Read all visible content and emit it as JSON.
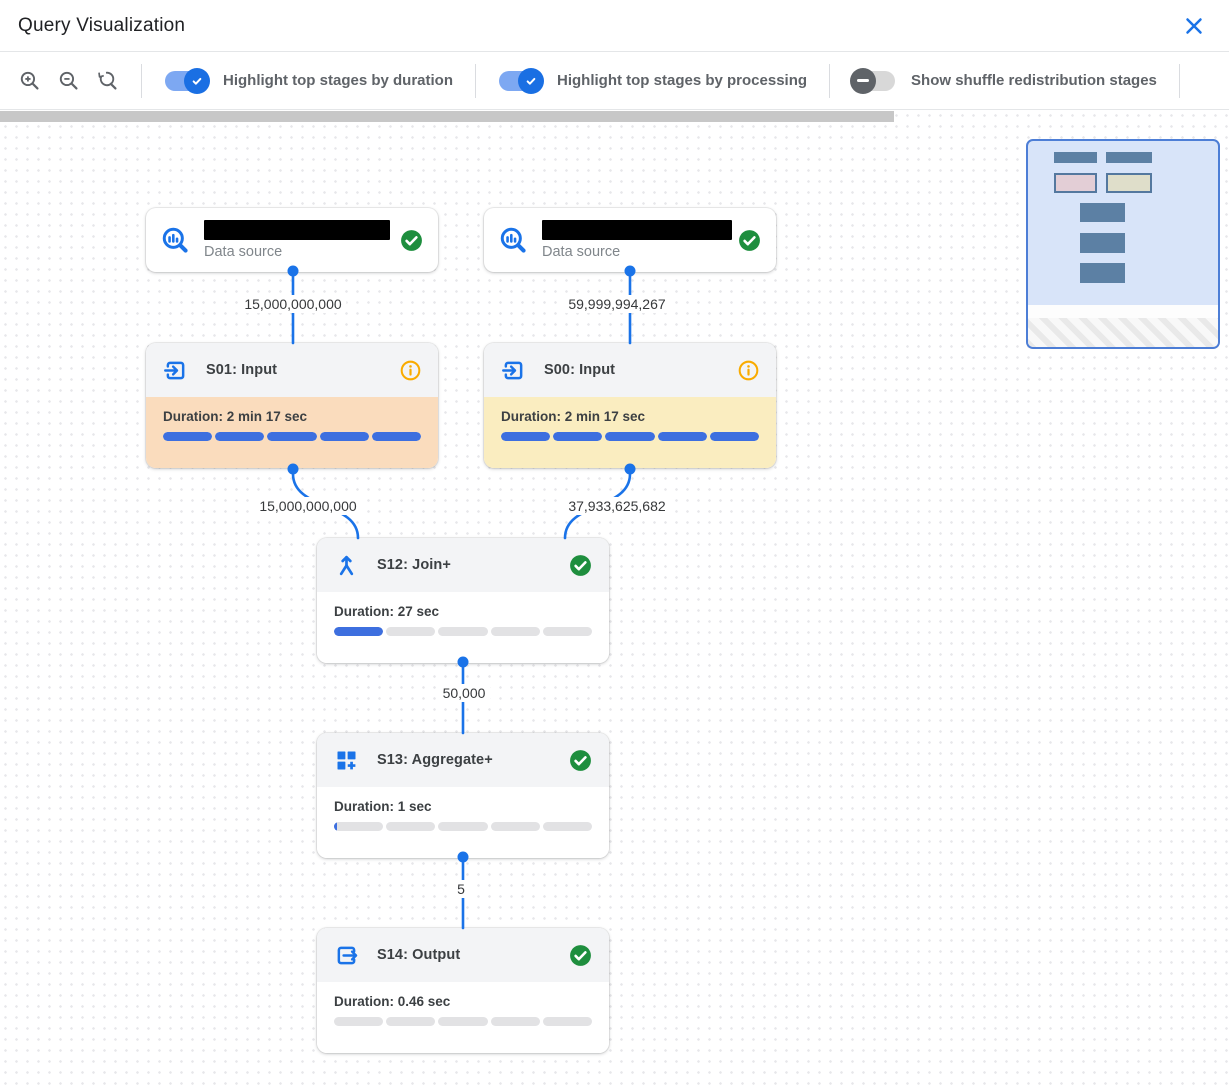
{
  "header": {
    "title": "Query Visualization"
  },
  "toolbar": {
    "zoom_controls": [
      {
        "name": "zoom-in"
      },
      {
        "name": "zoom-out"
      },
      {
        "name": "reset-zoom"
      }
    ],
    "toggles": [
      {
        "label": "Highlight top stages by duration",
        "state": "on"
      },
      {
        "label": "Highlight top stages by processing",
        "state": "on"
      },
      {
        "label": "Show shuffle redistribution stages",
        "state": "off"
      }
    ]
  },
  "canvas": {
    "data_sources": [
      {
        "label": "Data source",
        "name_redacted": true,
        "status_icon": "check-circle"
      },
      {
        "label": "Data source",
        "name_redacted": true,
        "status_icon": "check-circle"
      }
    ],
    "stages": [
      {
        "name": "S01: Input",
        "icon": "input-icon",
        "status_icon": "info-circle",
        "duration": "Duration: 2 min 17 sec",
        "progress": 1,
        "highlight_color": "#fadcbd"
      },
      {
        "name": "S00: Input",
        "icon": "input-icon",
        "status_icon": "info-circle",
        "duration": "Duration: 2 min 17 sec",
        "progress": 1,
        "highlight_color": "#faedc0"
      },
      {
        "name": "S12: Join+",
        "icon": "join-icon",
        "status_icon": "check-circle",
        "duration": "Duration: 27 sec",
        "progress": 0.2,
        "highlight_color": "#ffffff"
      },
      {
        "name": "S13: Aggregate+",
        "icon": "aggregate-icon",
        "status_icon": "check-circle",
        "duration": "Duration: 1 sec",
        "progress": 0.012,
        "highlight_color": "#ffffff"
      },
      {
        "name": "S14: Output",
        "icon": "output-icon",
        "status_icon": "check-circle",
        "duration": "Duration: 0.46 sec",
        "progress": 0,
        "highlight_color": "#ffffff"
      }
    ],
    "edge_labels": [
      {
        "from": "data-source-1",
        "to": "S01",
        "rows": "15,000,000,000"
      },
      {
        "from": "data-source-2",
        "to": "S00",
        "rows": "59,999,994,267"
      },
      {
        "from": "S01",
        "to": "S12",
        "rows": "15,000,000,000"
      },
      {
        "from": "S00",
        "to": "S12",
        "rows": "37,933,625,682"
      },
      {
        "from": "S12",
        "to": "S13",
        "rows": "50,000"
      },
      {
        "from": "S13",
        "to": "S14",
        "rows": "5"
      }
    ]
  },
  "colors": {
    "accent_blue": "#1a73e8",
    "progress_blue": "#3d6fdf",
    "success_green": "#1e8e3e",
    "info_orange": "#f9ab00",
    "duration_highlight": "#fadcbd",
    "processing_highlight": "#faedc0"
  }
}
